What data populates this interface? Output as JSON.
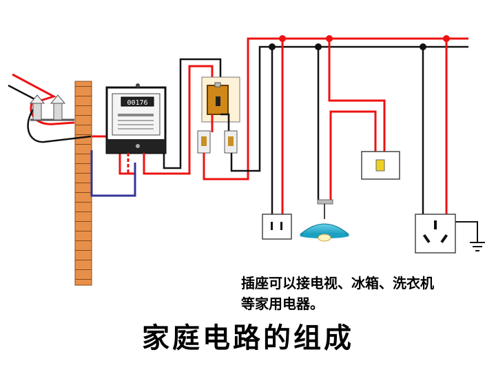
{
  "note": {
    "line1": "插座可以接电视、冰箱、洗衣机",
    "line2": "等家用电器。"
  },
  "title": "家庭电路的组成",
  "meter": {
    "reading": "00176"
  },
  "colors": {
    "live_wire": "#ee1111",
    "neutral_wire": "#111111",
    "ground_wire": "#333399",
    "brick": "#e8904a",
    "switch_body": "#d08818"
  }
}
